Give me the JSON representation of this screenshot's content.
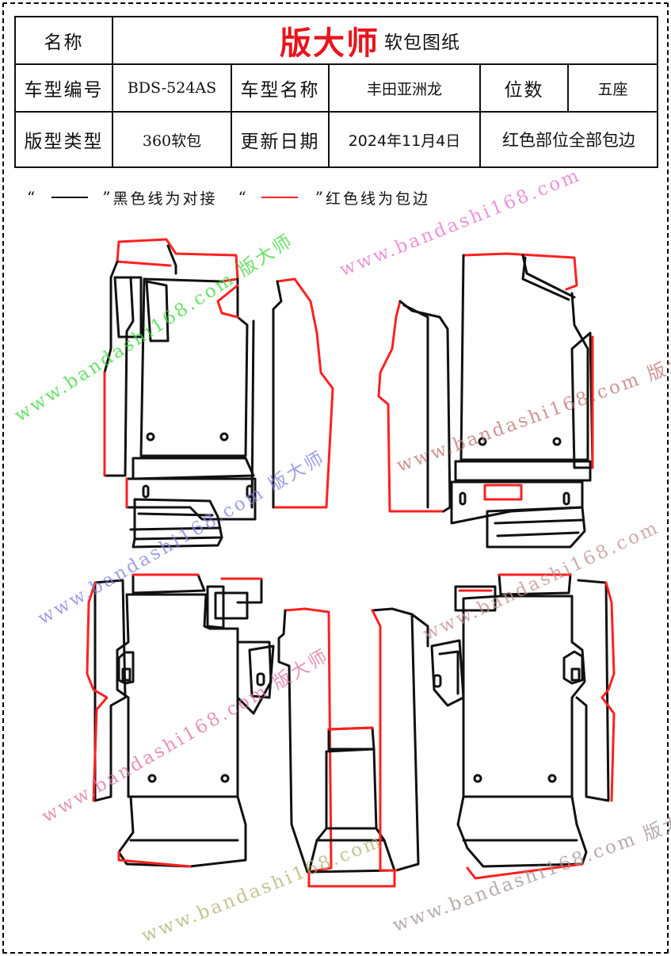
{
  "header": {
    "name_label": "名称",
    "brand": "版大师",
    "subtitle": "软包图纸",
    "model_code_label": "车型编号",
    "model_code": "BDS-524AS",
    "model_name_label": "车型名称",
    "model_name": "丰田亚洲龙",
    "seats_label": "位数",
    "seats": "五座",
    "pattern_type_label": "版型类型",
    "pattern_type": "360软包",
    "update_date_label": "更新日期",
    "update_date": "2024年11月4日",
    "note": "红色部位全部包边"
  },
  "legend": {
    "open_quote": "“",
    "close_quote": "”",
    "black_text": "黑色线为对接",
    "red_text": "红色线为包边"
  },
  "watermark": {
    "site": "www.bandashi168.com",
    "brand": "版大师",
    "colors": [
      "#7fd0a0",
      "#e870c8",
      "#c08080",
      "#8080e0",
      "#e070a0",
      "#b0b070",
      "#a09090"
    ]
  },
  "line_colors": {
    "black": "#111111",
    "red": "#ff2020"
  }
}
